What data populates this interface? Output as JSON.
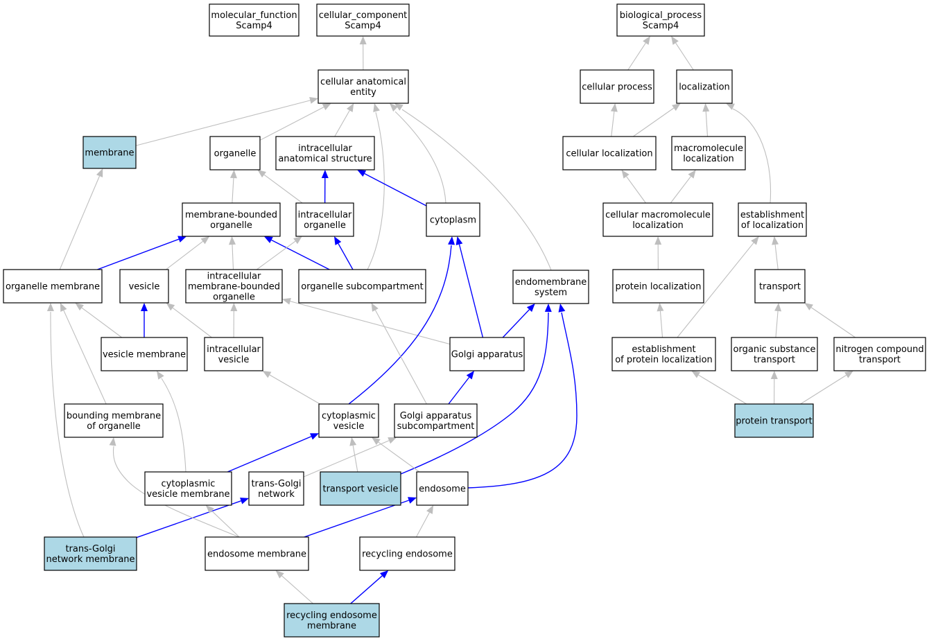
{
  "colors": {
    "highlight_fill": "#add8e6",
    "default_fill": "#ffffff",
    "gray_edge": "#bebebe",
    "blue_edge": "#0000ff",
    "border": "#000000"
  },
  "nodes": [
    {
      "id": "molecular_function",
      "lines": [
        "molecular_function",
        "Scamp4"
      ],
      "highlight": false
    },
    {
      "id": "cellular_component",
      "lines": [
        "cellular_component",
        "Scamp4"
      ],
      "highlight": false
    },
    {
      "id": "biological_process",
      "lines": [
        "biological_process",
        "Scamp4"
      ],
      "highlight": false
    },
    {
      "id": "cellular_anatomical_entity",
      "lines": [
        "cellular anatomical",
        "entity"
      ],
      "highlight": false
    },
    {
      "id": "cellular_process",
      "lines": [
        "cellular process"
      ],
      "highlight": false
    },
    {
      "id": "localization",
      "lines": [
        "localization"
      ],
      "highlight": false
    },
    {
      "id": "membrane",
      "lines": [
        "membrane"
      ],
      "highlight": true
    },
    {
      "id": "organelle",
      "lines": [
        "organelle"
      ],
      "highlight": false
    },
    {
      "id": "intracellular_anatomical_structure",
      "lines": [
        "intracellular",
        "anatomical structure"
      ],
      "highlight": false
    },
    {
      "id": "cellular_localization",
      "lines": [
        "cellular localization"
      ],
      "highlight": false
    },
    {
      "id": "macromolecule_localization",
      "lines": [
        "macromolecule",
        "localization"
      ],
      "highlight": false
    },
    {
      "id": "membrane_bounded_organelle",
      "lines": [
        "membrane-bounded",
        "organelle"
      ],
      "highlight": false
    },
    {
      "id": "intracellular_organelle",
      "lines": [
        "intracellular",
        "organelle"
      ],
      "highlight": false
    },
    {
      "id": "cytoplasm",
      "lines": [
        "cytoplasm"
      ],
      "highlight": false
    },
    {
      "id": "cellular_macromolecule_localization",
      "lines": [
        "cellular macromolecule",
        "localization"
      ],
      "highlight": false
    },
    {
      "id": "establishment_of_localization",
      "lines": [
        "establishment",
        "of localization"
      ],
      "highlight": false
    },
    {
      "id": "organelle_membrane",
      "lines": [
        "organelle membrane"
      ],
      "highlight": false
    },
    {
      "id": "vesicle",
      "lines": [
        "vesicle"
      ],
      "highlight": false
    },
    {
      "id": "intracellular_membrane_bounded_organelle",
      "lines": [
        "intracellular",
        "membrane-bounded",
        "organelle"
      ],
      "highlight": false
    },
    {
      "id": "organelle_subcompartment",
      "lines": [
        "organelle subcompartment"
      ],
      "highlight": false
    },
    {
      "id": "endomembrane_system",
      "lines": [
        "endomembrane",
        "system"
      ],
      "highlight": false
    },
    {
      "id": "protein_localization",
      "lines": [
        "protein localization"
      ],
      "highlight": false
    },
    {
      "id": "transport",
      "lines": [
        "transport"
      ],
      "highlight": false
    },
    {
      "id": "vesicle_membrane",
      "lines": [
        "vesicle membrane"
      ],
      "highlight": false
    },
    {
      "id": "intracellular_vesicle",
      "lines": [
        "intracellular",
        "vesicle"
      ],
      "highlight": false
    },
    {
      "id": "golgi_apparatus",
      "lines": [
        "Golgi apparatus"
      ],
      "highlight": false
    },
    {
      "id": "establishment_of_protein_localization",
      "lines": [
        "establishment",
        "of protein localization"
      ],
      "highlight": false
    },
    {
      "id": "organic_substance_transport",
      "lines": [
        "organic substance",
        "transport"
      ],
      "highlight": false
    },
    {
      "id": "nitrogen_compound_transport",
      "lines": [
        "nitrogen compound",
        "transport"
      ],
      "highlight": false
    },
    {
      "id": "bounding_membrane_of_organelle",
      "lines": [
        "bounding membrane",
        "of organelle"
      ],
      "highlight": false
    },
    {
      "id": "cytoplasmic_vesicle",
      "lines": [
        "cytoplasmic",
        "vesicle"
      ],
      "highlight": false
    },
    {
      "id": "golgi_apparatus_subcompartment",
      "lines": [
        "Golgi apparatus",
        "subcompartment"
      ],
      "highlight": false
    },
    {
      "id": "protein_transport",
      "lines": [
        "protein transport"
      ],
      "highlight": true
    },
    {
      "id": "cytoplasmic_vesicle_membrane",
      "lines": [
        "cytoplasmic",
        "vesicle membrane"
      ],
      "highlight": false
    },
    {
      "id": "trans_golgi_network",
      "lines": [
        "trans-Golgi",
        "network"
      ],
      "highlight": false
    },
    {
      "id": "transport_vesicle",
      "lines": [
        "transport vesicle"
      ],
      "highlight": true
    },
    {
      "id": "endosome",
      "lines": [
        "endosome"
      ],
      "highlight": false
    },
    {
      "id": "trans_golgi_network_membrane",
      "lines": [
        "trans-Golgi",
        "network membrane"
      ],
      "highlight": true
    },
    {
      "id": "endosome_membrane",
      "lines": [
        "endosome membrane"
      ],
      "highlight": false
    },
    {
      "id": "recycling_endosome",
      "lines": [
        "recycling endosome"
      ],
      "highlight": false
    },
    {
      "id": "recycling_endosome_membrane",
      "lines": [
        "recycling endosome",
        "membrane"
      ],
      "highlight": true
    }
  ],
  "edges": [
    {
      "from": "cellular_anatomical_entity",
      "to": "cellular_component",
      "color": "gray"
    },
    {
      "from": "cellular_process",
      "to": "biological_process",
      "color": "gray"
    },
    {
      "from": "localization",
      "to": "biological_process",
      "color": "gray"
    },
    {
      "from": "membrane",
      "to": "cellular_anatomical_entity",
      "color": "gray"
    },
    {
      "from": "organelle",
      "to": "cellular_anatomical_entity",
      "color": "gray"
    },
    {
      "from": "intracellular_anatomical_structure",
      "to": "cellular_anatomical_entity",
      "color": "gray"
    },
    {
      "from": "organelle_subcompartment",
      "to": "cellular_anatomical_entity",
      "color": "gray"
    },
    {
      "from": "cytoplasm",
      "to": "cellular_anatomical_entity",
      "color": "gray"
    },
    {
      "from": "endomembrane_system",
      "to": "cellular_anatomical_entity",
      "color": "gray"
    },
    {
      "from": "cellular_localization",
      "to": "cellular_process",
      "color": "gray"
    },
    {
      "from": "cellular_localization",
      "to": "localization",
      "color": "gray"
    },
    {
      "from": "macromolecule_localization",
      "to": "localization",
      "color": "gray"
    },
    {
      "from": "establishment_of_localization",
      "to": "localization",
      "color": "gray"
    },
    {
      "from": "membrane_bounded_organelle",
      "to": "organelle",
      "color": "gray"
    },
    {
      "from": "intracellular_organelle",
      "to": "organelle",
      "color": "gray"
    },
    {
      "from": "intracellular_organelle",
      "to": "intracellular_anatomical_structure",
      "color": "blue"
    },
    {
      "from": "cytoplasm",
      "to": "intracellular_anatomical_structure",
      "color": "blue"
    },
    {
      "from": "cellular_macromolecule_localization",
      "to": "cellular_localization",
      "color": "gray"
    },
    {
      "from": "cellular_macromolecule_localization",
      "to": "macromolecule_localization",
      "color": "gray"
    },
    {
      "from": "organelle_membrane",
      "to": "membrane",
      "color": "gray"
    },
    {
      "from": "organelle_membrane",
      "to": "membrane_bounded_organelle",
      "color": "blue"
    },
    {
      "from": "vesicle",
      "to": "membrane_bounded_organelle",
      "color": "gray"
    },
    {
      "from": "intracellular_membrane_bounded_organelle",
      "to": "membrane_bounded_organelle",
      "color": "gray"
    },
    {
      "from": "organelle_subcompartment",
      "to": "membrane_bounded_organelle",
      "color": "blue"
    },
    {
      "from": "intracellular_membrane_bounded_organelle",
      "to": "intracellular_organelle",
      "color": "gray"
    },
    {
      "from": "organelle_subcompartment",
      "to": "intracellular_organelle",
      "color": "blue"
    },
    {
      "from": "protein_localization",
      "to": "cellular_macromolecule_localization",
      "color": "gray"
    },
    {
      "from": "transport",
      "to": "establishment_of_localization",
      "color": "gray"
    },
    {
      "from": "establishment_of_protein_localization",
      "to": "establishment_of_localization",
      "color": "gray"
    },
    {
      "from": "vesicle_membrane",
      "to": "organelle_membrane",
      "color": "gray"
    },
    {
      "from": "vesicle_membrane",
      "to": "vesicle",
      "color": "blue"
    },
    {
      "from": "intracellular_vesicle",
      "to": "vesicle",
      "color": "gray"
    },
    {
      "from": "intracellular_vesicle",
      "to": "intracellular_membrane_bounded_organelle",
      "color": "gray"
    },
    {
      "from": "golgi_apparatus",
      "to": "intracellular_membrane_bounded_organelle",
      "color": "gray"
    },
    {
      "from": "golgi_apparatus",
      "to": "cytoplasm",
      "color": "blue"
    },
    {
      "from": "golgi_apparatus",
      "to": "endomembrane_system",
      "color": "blue"
    },
    {
      "from": "establishment_of_protein_localization",
      "to": "protein_localization",
      "color": "gray"
    },
    {
      "from": "organic_substance_transport",
      "to": "transport",
      "color": "gray"
    },
    {
      "from": "nitrogen_compound_transport",
      "to": "transport",
      "color": "gray"
    },
    {
      "from": "bounding_membrane_of_organelle",
      "to": "organelle_membrane",
      "color": "gray"
    },
    {
      "from": "cytoplasmic_vesicle",
      "to": "intracellular_vesicle",
      "color": "gray"
    },
    {
      "from": "cytoplasmic_vesicle",
      "to": "cytoplasm",
      "color": "blue"
    },
    {
      "from": "golgi_apparatus_subcompartment",
      "to": "organelle_subcompartment",
      "color": "gray"
    },
    {
      "from": "golgi_apparatus_subcompartment",
      "to": "golgi_apparatus",
      "color": "blue"
    },
    {
      "from": "protein_transport",
      "to": "establishment_of_protein_localization",
      "color": "gray"
    },
    {
      "from": "protein_transport",
      "to": "organic_substance_transport",
      "color": "gray"
    },
    {
      "from": "protein_transport",
      "to": "nitrogen_compound_transport",
      "color": "gray"
    },
    {
      "from": "cytoplasmic_vesicle_membrane",
      "to": "vesicle_membrane",
      "color": "gray"
    },
    {
      "from": "cytoplasmic_vesicle_membrane",
      "to": "cytoplasmic_vesicle",
      "color": "blue"
    },
    {
      "from": "trans_golgi_network",
      "to": "golgi_apparatus_subcompartment",
      "color": "gray"
    },
    {
      "from": "transport_vesicle",
      "to": "cytoplasmic_vesicle",
      "color": "gray"
    },
    {
      "from": "transport_vesicle",
      "to": "endomembrane_system",
      "color": "blue"
    },
    {
      "from": "endosome",
      "to": "cytoplasmic_vesicle",
      "color": "gray"
    },
    {
      "from": "endosome",
      "to": "endomembrane_system",
      "color": "blue"
    },
    {
      "from": "trans_golgi_network_membrane",
      "to": "organelle_membrane",
      "color": "gray"
    },
    {
      "from": "trans_golgi_network_membrane",
      "to": "trans_golgi_network",
      "color": "blue"
    },
    {
      "from": "endosome_membrane",
      "to": "bounding_membrane_of_organelle",
      "color": "gray"
    },
    {
      "from": "endosome_membrane",
      "to": "cytoplasmic_vesicle_membrane",
      "color": "gray"
    },
    {
      "from": "endosome_membrane",
      "to": "endosome",
      "color": "blue"
    },
    {
      "from": "recycling_endosome",
      "to": "endosome",
      "color": "gray"
    },
    {
      "from": "recycling_endosome_membrane",
      "to": "endosome_membrane",
      "color": "gray"
    },
    {
      "from": "recycling_endosome_membrane",
      "to": "recycling_endosome",
      "color": "blue"
    }
  ]
}
